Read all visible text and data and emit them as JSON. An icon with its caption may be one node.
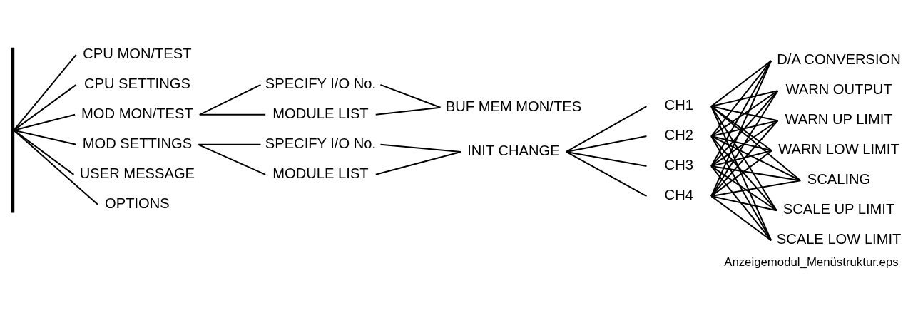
{
  "diagram": {
    "caption": "Anzeigemodul_Menüstruktur.eps",
    "nodes": [
      {
        "text": [
          "CPU MON/TEST"
        ]
      },
      {
        "text": [
          "CPU SETTINGS"
        ]
      },
      {
        "text": [
          "MOD MON/TEST"
        ]
      },
      {
        "text": [
          "MOD SETTINGS"
        ]
      },
      {
        "text": [
          "USER MESSAGE"
        ]
      },
      {
        "text": [
          "OPTIONS"
        ]
      },
      {
        "text": [
          "SPECIFY I/O No."
        ]
      },
      {
        "text": [
          "MODULE LIST"
        ]
      },
      {
        "text": [
          "BUF MEM MON/TES"
        ]
      },
      {
        "text": [
          "SPECIFY I/O No."
        ]
      },
      {
        "text": [
          "MODULE LIST"
        ]
      },
      {
        "text": [
          "INIT CHANGE"
        ]
      },
      {
        "text": [
          "CH1"
        ]
      },
      {
        "text": [
          "CH2"
        ]
      },
      {
        "text": [
          "CH3"
        ]
      },
      {
        "text": [
          "CH4"
        ]
      },
      {
        "text": [
          "D/A CONVERSION"
        ]
      },
      {
        "text": [
          "WARN OUTPUT"
        ]
      },
      {
        "text": [
          "WARN UP LIMIT"
        ]
      },
      {
        "text": [
          "WARN LOW LIMIT"
        ]
      },
      {
        "text": [
          "SCALING"
        ]
      },
      {
        "text": [
          "SCALE UP LIMIT"
        ]
      },
      {
        "text": [
          "SCALE LOW LIMIT"
        ]
      },
      {
        "text": [],
        "shape": "bar"
      }
    ],
    "edges": [
      {
        "from": 23,
        "to": 0,
        "arrow": "none"
      },
      {
        "from": 23,
        "to": 1,
        "arrow": "none"
      },
      {
        "from": 23,
        "to": 2,
        "arrow": "none"
      },
      {
        "from": 23,
        "to": 3,
        "arrow": "none"
      },
      {
        "from": 23,
        "to": 4,
        "arrow": "none"
      },
      {
        "from": 23,
        "to": 5,
        "arrow": "none"
      },
      {
        "from": 2,
        "to": 6,
        "arrow": "none"
      },
      {
        "from": 2,
        "to": 7,
        "arrow": "none"
      },
      {
        "from": 6,
        "to": 8,
        "arrow": "none"
      },
      {
        "from": 7,
        "to": 8,
        "arrow": "none"
      },
      {
        "from": 3,
        "to": 9,
        "arrow": "none"
      },
      {
        "from": 3,
        "to": 10,
        "arrow": "none"
      },
      {
        "from": 9,
        "to": 11,
        "arrow": "none"
      },
      {
        "from": 10,
        "to": 11,
        "arrow": "none"
      },
      {
        "from": 11,
        "to": 12,
        "arrow": "none"
      },
      {
        "from": 11,
        "to": 13,
        "arrow": "none"
      },
      {
        "from": 11,
        "to": 14,
        "arrow": "none"
      },
      {
        "from": 11,
        "to": 15,
        "arrow": "none"
      },
      {
        "from": 12,
        "to": 16,
        "arrow": "none"
      },
      {
        "from": 12,
        "to": 17,
        "arrow": "none"
      },
      {
        "from": 12,
        "to": 18,
        "arrow": "none"
      },
      {
        "from": 12,
        "to": 19,
        "arrow": "none"
      },
      {
        "from": 12,
        "to": 20,
        "arrow": "none"
      },
      {
        "from": 12,
        "to": 21,
        "arrow": "none"
      },
      {
        "from": 12,
        "to": 22,
        "arrow": "none"
      },
      {
        "from": 13,
        "to": 16,
        "arrow": "none"
      },
      {
        "from": 13,
        "to": 17,
        "arrow": "none"
      },
      {
        "from": 13,
        "to": 18,
        "arrow": "none"
      },
      {
        "from": 13,
        "to": 19,
        "arrow": "none"
      },
      {
        "from": 13,
        "to": 20,
        "arrow": "none"
      },
      {
        "from": 13,
        "to": 21,
        "arrow": "none"
      },
      {
        "from": 13,
        "to": 22,
        "arrow": "none"
      },
      {
        "from": 14,
        "to": 16,
        "arrow": "none"
      },
      {
        "from": 14,
        "to": 17,
        "arrow": "none"
      },
      {
        "from": 14,
        "to": 18,
        "arrow": "none"
      },
      {
        "from": 14,
        "to": 19,
        "arrow": "none"
      },
      {
        "from": 14,
        "to": 20,
        "arrow": "none"
      },
      {
        "from": 14,
        "to": 21,
        "arrow": "none"
      },
      {
        "from": 14,
        "to": 22,
        "arrow": "none"
      },
      {
        "from": 15,
        "to": 16,
        "arrow": "none"
      },
      {
        "from": 15,
        "to": 17,
        "arrow": "none"
      },
      {
        "from": 15,
        "to": 18,
        "arrow": "none"
      },
      {
        "from": 15,
        "to": 19,
        "arrow": "none"
      },
      {
        "from": 15,
        "to": 20,
        "arrow": "none"
      },
      {
        "from": 15,
        "to": 21,
        "arrow": "none"
      },
      {
        "from": 15,
        "to": 22,
        "arrow": "none"
      }
    ]
  }
}
